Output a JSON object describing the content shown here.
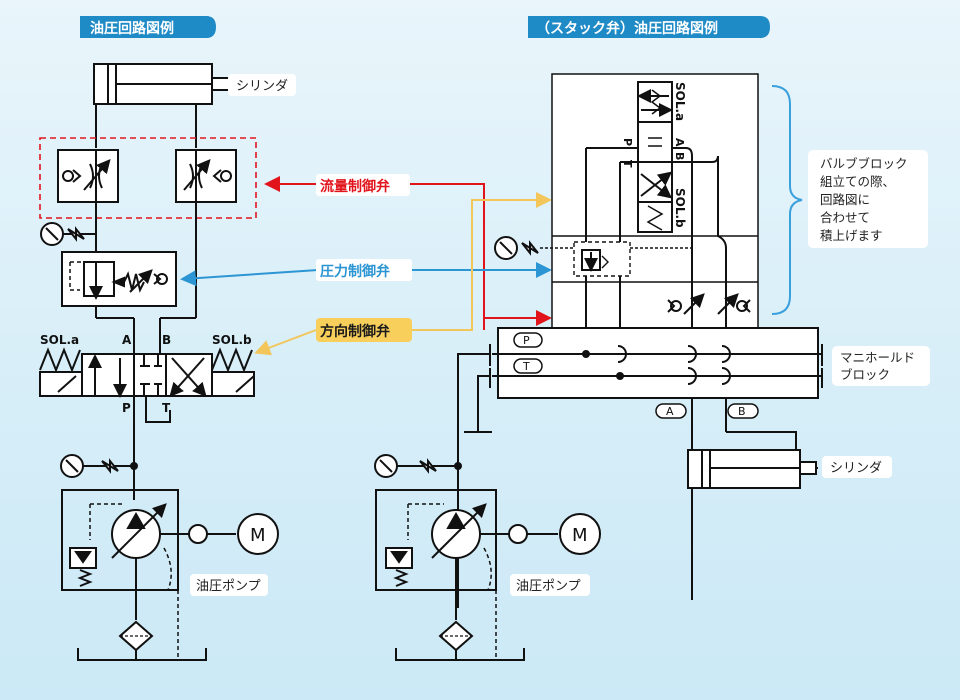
{
  "titles": {
    "left": "油圧回路図例",
    "right": "（スタック弁）油圧回路図例"
  },
  "labels": {
    "cylinder_left": "シリンダ",
    "cylinder_right": "シリンダ",
    "pump_left": "油圧ポンプ",
    "pump_right": "油圧ポンプ",
    "manifold": [
      "マニホールド",
      "ブロック"
    ],
    "valve_block_note": [
      "バルブブロック",
      "組立ての際、",
      "回路図に",
      "合わせて",
      "積上げます"
    ],
    "sol_a": "SOL.a",
    "sol_b": "SOL.b",
    "port_a": "A",
    "port_b": "B",
    "port_p": "P",
    "port_t": "T",
    "motor": "M"
  },
  "callouts": {
    "flow": "流量制御弁",
    "pressure": "圧力制御弁",
    "direction": "方向制御弁"
  },
  "colors": {
    "title_bg": "#1e8ac6",
    "flow": "#e1141c",
    "pressure": "#2c95d3",
    "direction": "#f2c65a",
    "line": "#1a1a1a",
    "bracket": "#3aa0dc"
  }
}
